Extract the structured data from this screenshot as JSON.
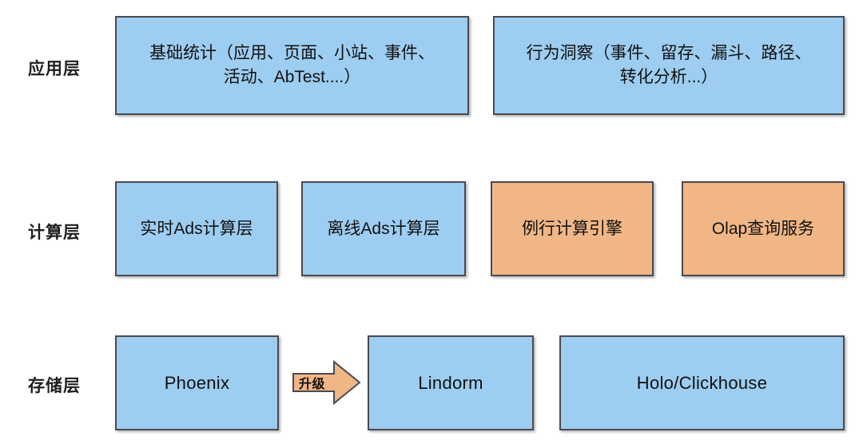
{
  "diagram": {
    "title_colors": {
      "box_blue": "#9dcdf0",
      "box_orange": "#f0b685",
      "border": "#4a4a52",
      "background": "#ffffff",
      "text": "#111111"
    },
    "layers": [
      {
        "label": "应用层",
        "nodes": [
          {
            "text": "基础统计（应用、页面、小站、事件、\n活动、AbTest....）",
            "color": "blue"
          },
          {
            "text": "行为洞察（事件、留存、漏斗、路径、\n转化分析...）",
            "color": "blue"
          }
        ]
      },
      {
        "label": "计算层",
        "nodes": [
          {
            "text": "实时Ads计算层",
            "color": "blue"
          },
          {
            "text": "离线Ads计算层",
            "color": "blue"
          },
          {
            "text": "例行计算引擎",
            "color": "orange"
          },
          {
            "text": "Olap查询服务",
            "color": "orange"
          }
        ]
      },
      {
        "label": "存储层",
        "nodes": [
          {
            "text": "Phoenix",
            "color": "blue"
          },
          {
            "text": "Lindorm",
            "color": "blue"
          },
          {
            "text": "Holo/Clickhouse",
            "color": "blue"
          }
        ]
      }
    ],
    "arrow": {
      "label": "升级",
      "direction": "right",
      "color": "#f0b685"
    }
  }
}
